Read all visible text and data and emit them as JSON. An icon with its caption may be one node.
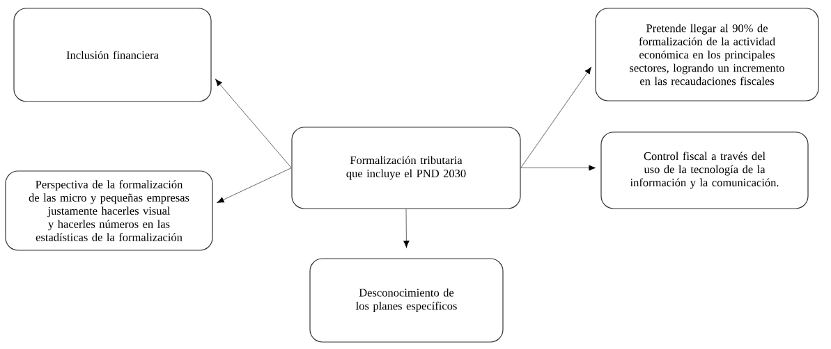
{
  "diagram": {
    "nodes": [
      {
        "text": [
          "Inclusión financiera"
        ]
      },
      {
        "text": [
          "Pretende llegar al 90% de formalización de la actividad económica en los principales sectores, logrando un incremento en las recaudaciones fiscales"
        ]
      },
      {
        "text": [
          "Perspectiva de la formalización de las micro y pequeñas empresas justamente hacerles visual y hacerles números en las estadísticas de la formalización"
        ]
      },
      {
        "text": [
          "Formalización tributaria que incluye el PND 2030"
        ]
      },
      {
        "text": [
          "Control fiscal a través del uso de la tecnología de la información y la comunicación."
        ]
      },
      {
        "text": [
          "Desconocimiento de los planes específicos"
        ]
      }
    ],
    "edges": [
      {
        "from": 3,
        "to": 0,
        "arrow": "to"
      },
      {
        "from": 3,
        "to": 2,
        "arrow": "to"
      },
      {
        "from": 3,
        "to": 1,
        "arrow": "to"
      },
      {
        "from": 3,
        "to": 4,
        "arrow": "to"
      },
      {
        "from": 3,
        "to": 5,
        "arrow": "to"
      }
    ]
  }
}
